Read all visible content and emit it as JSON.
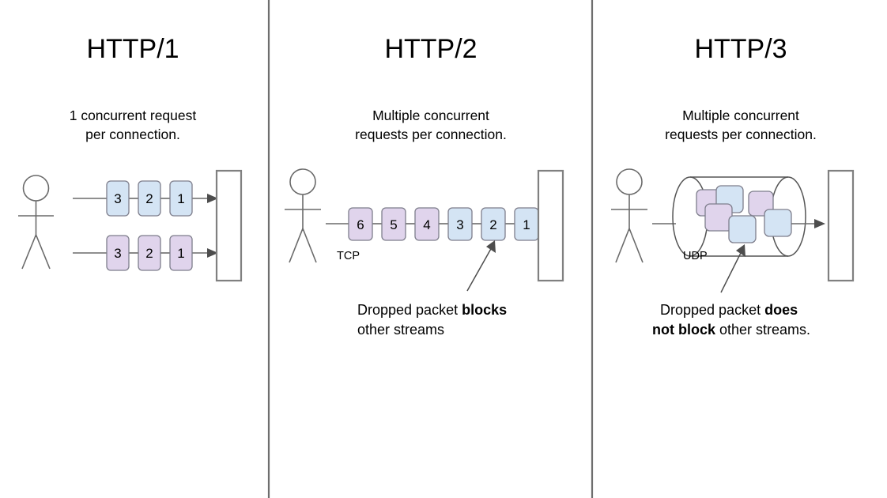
{
  "figure": {
    "title_hidden": "HTTP versions concurrency comparison",
    "background_color": "#ffffff",
    "divider_color": "#6e6e6e",
    "dividers_x": [
      340,
      749
    ]
  },
  "palette": {
    "blue_fill": "#d4e4f4",
    "purple_fill": "#e0d4ec",
    "box_border": "#7e7e8c",
    "line": "#6a6a6a",
    "server_border": "#808080",
    "text": "#000000"
  },
  "panels": [
    {
      "id": "http1",
      "title": "HTTP/1",
      "subtitle_lines": [
        "1 concurrent request",
        "per connection."
      ],
      "protocol_label": "",
      "caption_lines": [],
      "streams": [
        {
          "name": "stream-top",
          "color": "blue",
          "packets": [
            "3",
            "2",
            "1"
          ]
        },
        {
          "name": "stream-bottom",
          "color": "purple",
          "packets": [
            "3",
            "2",
            "1"
          ]
        }
      ]
    },
    {
      "id": "http2",
      "title": "HTTP/2",
      "subtitle_lines": [
        "Multiple concurrent",
        "requests per connection."
      ],
      "protocol_label": "TCP",
      "caption_lines": [
        [
          {
            "text": "Dropped packet ",
            "bold": false
          },
          {
            "text": "blocks",
            "bold": true
          }
        ],
        [
          {
            "text": "other streams",
            "bold": false
          }
        ]
      ],
      "packets": [
        {
          "label": "6",
          "color": "purple"
        },
        {
          "label": "5",
          "color": "purple"
        },
        {
          "label": "4",
          "color": "purple"
        },
        {
          "label": "3",
          "color": "blue"
        },
        {
          "label": "2",
          "color": "blue"
        },
        {
          "label": "1",
          "color": "blue"
        }
      ],
      "annotation_target_packet": "2"
    },
    {
      "id": "http3",
      "title": "HTTP/3",
      "subtitle_lines": [
        "Multiple concurrent",
        "requests per connection."
      ],
      "protocol_label": "UDP",
      "caption_lines": [
        [
          {
            "text": "Dropped packet ",
            "bold": false
          },
          {
            "text": "does",
            "bold": true
          }
        ],
        [
          {
            "text": "not block",
            "bold": true
          },
          {
            "text": " other streams.",
            "bold": false
          }
        ]
      ],
      "packets": [
        {
          "color": "purple"
        },
        {
          "color": "blue"
        },
        {
          "color": "purple"
        },
        {
          "color": "purple"
        },
        {
          "color": "blue"
        },
        {
          "color": "blue"
        }
      ]
    }
  ]
}
